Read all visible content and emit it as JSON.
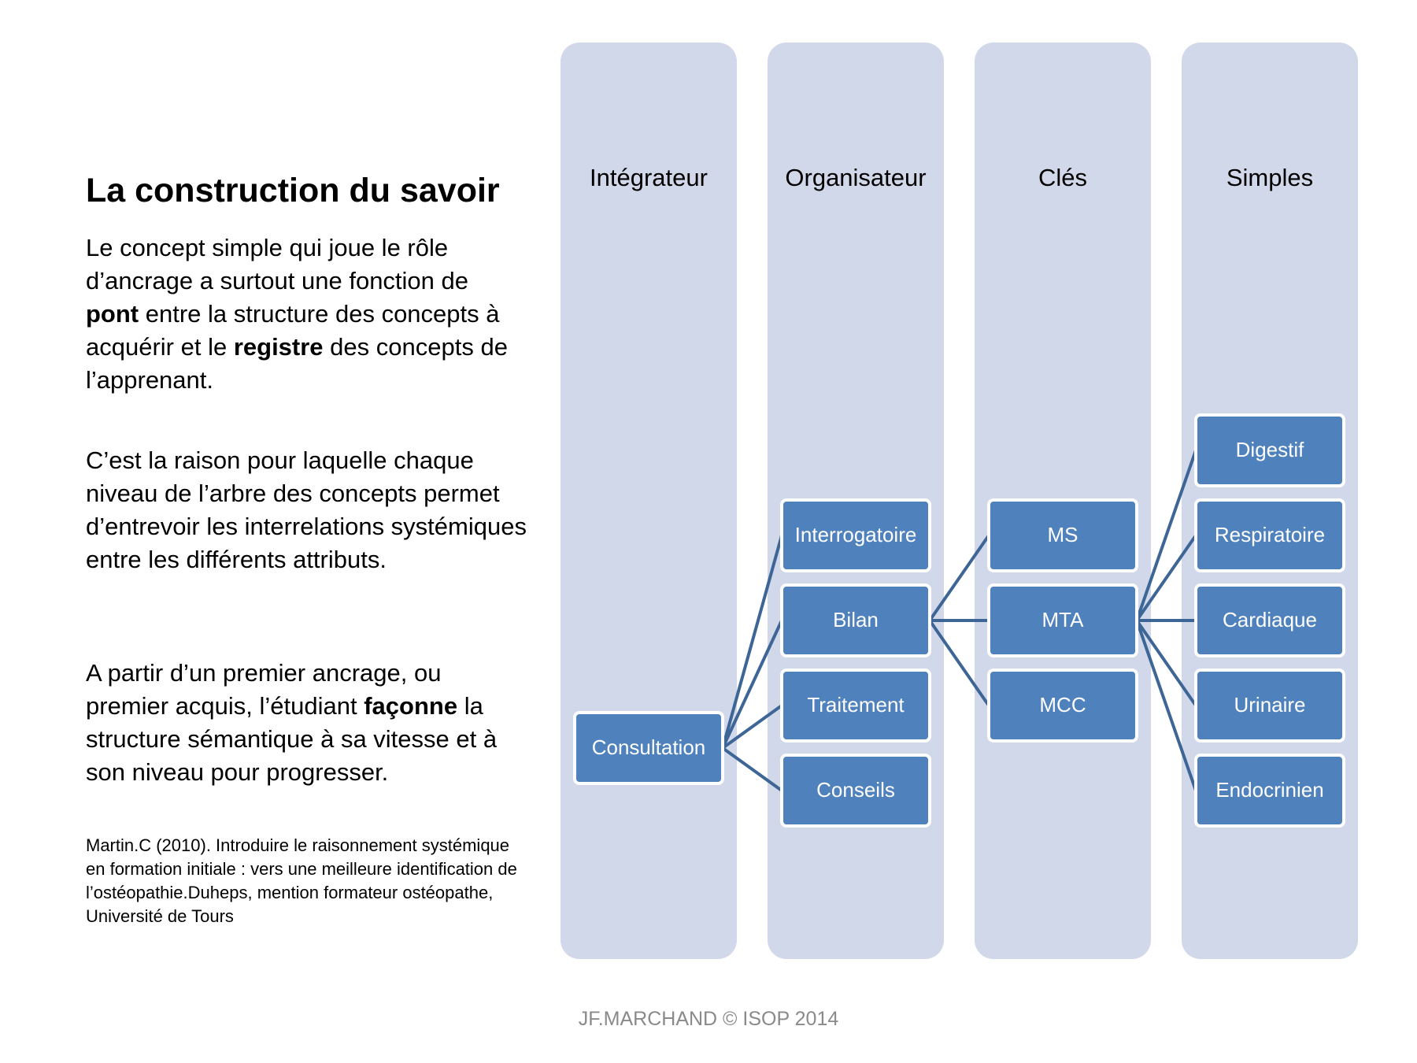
{
  "slide": {
    "title": "La construction du savoir",
    "paragraphs": [
      [
        {
          "text": "Le concept simple qui joue le rôle d’ancrage a surtout une fonction de ",
          "bold": false
        },
        {
          "text": "pont",
          "bold": true
        },
        {
          "text": " entre la structure des concepts à acquérir et le ",
          "bold": false
        },
        {
          "text": "registre",
          "bold": true
        },
        {
          "text": " des concepts de l’apprenant.",
          "bold": false
        }
      ],
      [
        {
          "text": "C’est la raison pour laquelle chaque niveau de l’arbre des concepts permet d’entrevoir les interrelations systémiques  entre les différents attributs.",
          "bold": false
        }
      ],
      [
        {
          "text": "A partir d’un premier ancrage, ou premier acquis, l’étudiant ",
          "bold": false
        },
        {
          "text": "façonne",
          "bold": true
        },
        {
          "text": " la structure sémantique à sa vitesse et à son niveau pour progresser.",
          "bold": false
        }
      ]
    ],
    "reference": "Martin.C (2010). Introduire le raisonnement systémique en formation initiale : vers une meilleure identification de l’ostéopathie.Duheps, mention formateur ostéopathe, Université de Tours",
    "footer": "JF.MARCHAND © ISOP 2014"
  },
  "diagram": {
    "colors": {
      "column_fill": "#d1d8ea",
      "node_fill": "#4f81bd",
      "node_border": "#ffffff",
      "node_text": "#ffffff",
      "connector": "#3d6596",
      "column_header_text": "#000000"
    },
    "columns": [
      {
        "label": "Intégrateur",
        "nodes": [
          "Consultation"
        ]
      },
      {
        "label": "Organisateur",
        "nodes": [
          "Interrogatoire",
          "Bilan",
          "Traitement",
          "Conseils"
        ]
      },
      {
        "label": "Clés",
        "nodes": [
          "MS",
          "MTA",
          "MCC"
        ]
      },
      {
        "label": "Simples",
        "nodes": [
          "Digestif",
          "Respiratoire",
          "Cardiaque",
          "Urinaire",
          "Endocrinien"
        ]
      }
    ],
    "connections": [
      {
        "from": "Consultation",
        "to": "Interrogatoire"
      },
      {
        "from": "Consultation",
        "to": "Bilan"
      },
      {
        "from": "Consultation",
        "to": "Traitement"
      },
      {
        "from": "Consultation",
        "to": "Conseils"
      },
      {
        "from": "Bilan",
        "to": "MS"
      },
      {
        "from": "Bilan",
        "to": "MTA"
      },
      {
        "from": "Bilan",
        "to": "MCC"
      },
      {
        "from": "MTA",
        "to": "Digestif"
      },
      {
        "from": "MTA",
        "to": "Respiratoire"
      },
      {
        "from": "MTA",
        "to": "Cardiaque"
      },
      {
        "from": "MTA",
        "to": "Urinaire"
      },
      {
        "from": "MTA",
        "to": "Endocrinien"
      }
    ]
  }
}
